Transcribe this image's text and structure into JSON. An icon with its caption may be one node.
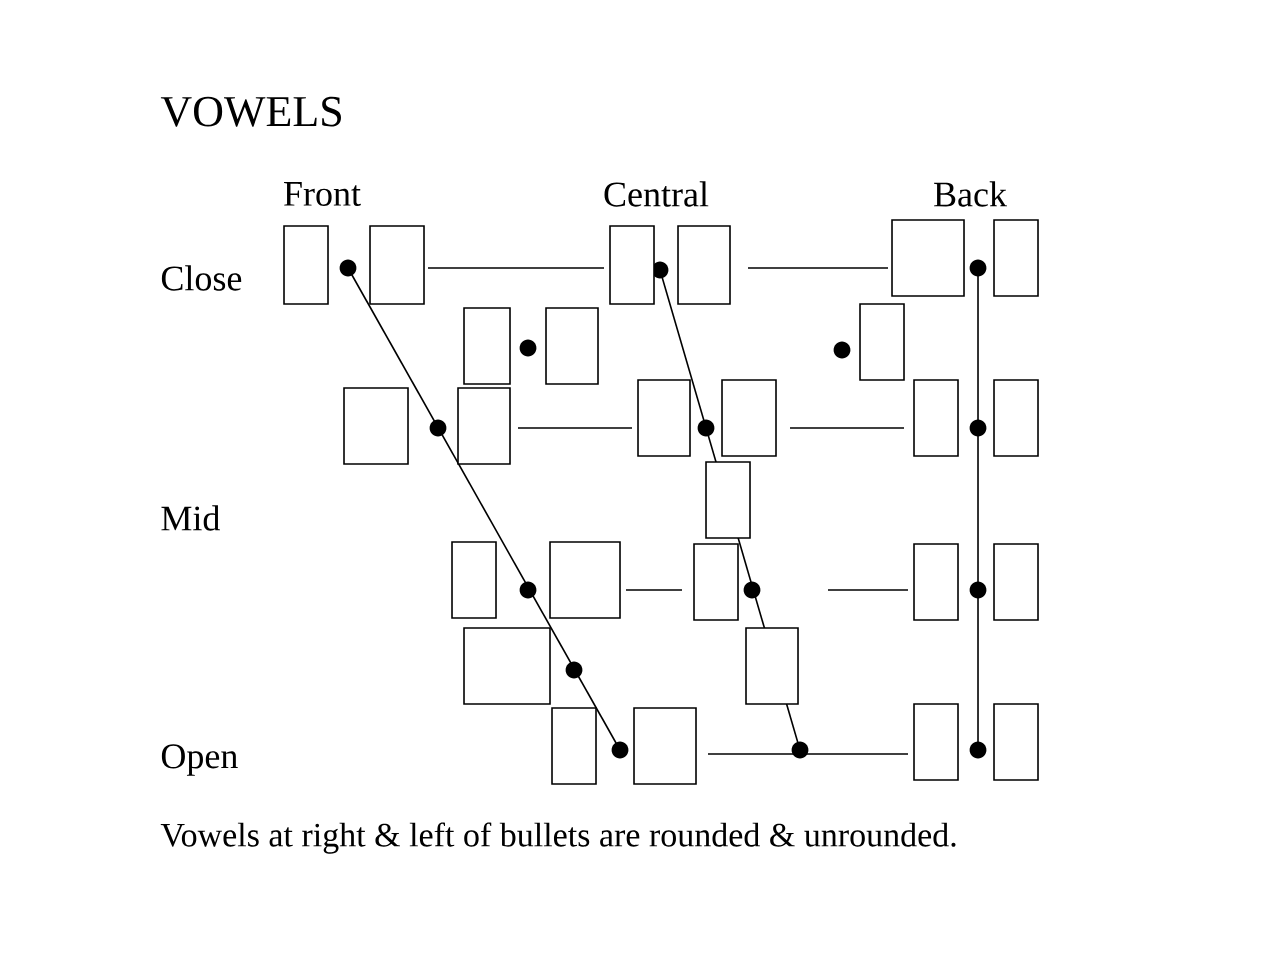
{
  "diagram": {
    "title": "VOWELS",
    "caption": "Vowels at right & left of bullets are rounded & unrounded.",
    "nodes": [
      {
        "text": [],
        "shape": "box"
      },
      {
        "text": [],
        "shape": "box"
      },
      {
        "text": [],
        "shape": "box"
      },
      {
        "text": [],
        "shape": "box"
      },
      {
        "text": [],
        "shape": "box"
      },
      {
        "text": [],
        "shape": "box"
      },
      {
        "text": [],
        "shape": "box"
      },
      {
        "text": [],
        "shape": "box"
      },
      {
        "text": [],
        "shape": "box"
      },
      {
        "text": [],
        "shape": "box"
      },
      {
        "text": [],
        "shape": "box"
      },
      {
        "text": [],
        "shape": "box"
      },
      {
        "text": [],
        "shape": "box"
      },
      {
        "text": [],
        "shape": "box"
      },
      {
        "text": [],
        "shape": "box"
      },
      {
        "text": [],
        "shape": "box"
      },
      {
        "text": [],
        "shape": "box"
      },
      {
        "text": [],
        "shape": "box"
      },
      {
        "text": [],
        "shape": "box"
      },
      {
        "text": [],
        "shape": "box"
      },
      {
        "text": [],
        "shape": "box"
      },
      {
        "text": [],
        "shape": "box"
      },
      {
        "text": [],
        "shape": "box"
      },
      {
        "text": [],
        "shape": "box"
      },
      {
        "text": [],
        "shape": "box"
      },
      {
        "text": [],
        "shape": "box"
      },
      {
        "text": [],
        "shape": "box"
      }
    ],
    "labels": [
      "Front",
      "Central",
      "Back",
      "Close",
      "Mid",
      "Open"
    ]
  }
}
